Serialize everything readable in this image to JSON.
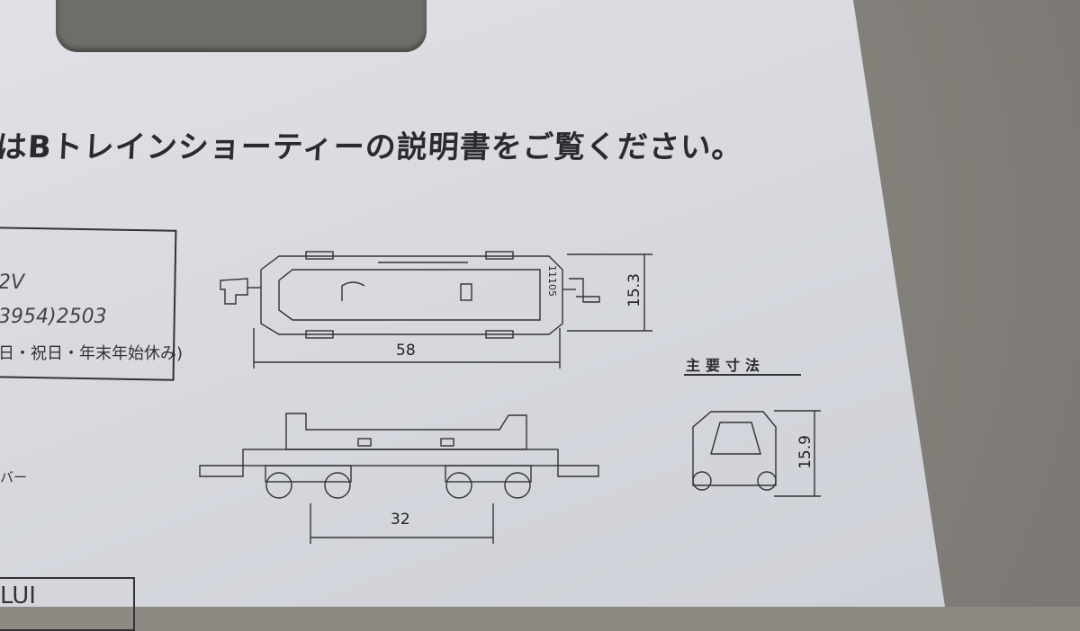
{
  "headline": "はBトレインショーティーの説明書をご覧ください。",
  "info_box": {
    "line1": "2V",
    "line2": "3954)2503",
    "line3": "日・祝日・年末年始休み)"
  },
  "side_text": "バー",
  "bottom_text": "LUI",
  "drawing": {
    "model_number": "11105",
    "length": "58",
    "height_top": "15.3",
    "wheelbase": "32",
    "height_front": "15.9",
    "caption": "主要寸法"
  }
}
